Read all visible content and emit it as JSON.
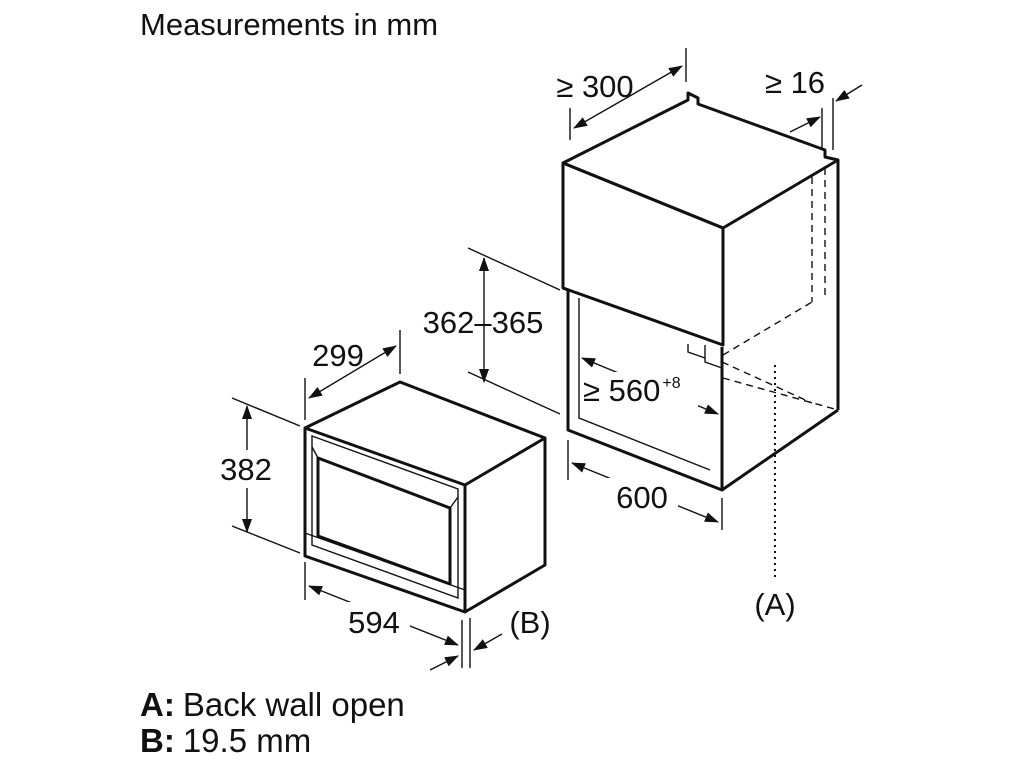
{
  "title": "Measurements in mm",
  "dimensions": {
    "cabinet_depth": "≥ 300",
    "panel_gap": "≥ 16",
    "niche_height": "362–365",
    "niche_width": "≥ 560",
    "niche_width_tolerance": "+8",
    "cabinet_width": "600",
    "appliance_depth": "299",
    "appliance_height": "382",
    "appliance_width": "594"
  },
  "callouts": {
    "a": "(A)",
    "b": "(B)"
  },
  "legend": [
    {
      "key": "A:",
      "text": "Back wall open"
    },
    {
      "key": "B:",
      "text": "19.5 mm"
    }
  ]
}
